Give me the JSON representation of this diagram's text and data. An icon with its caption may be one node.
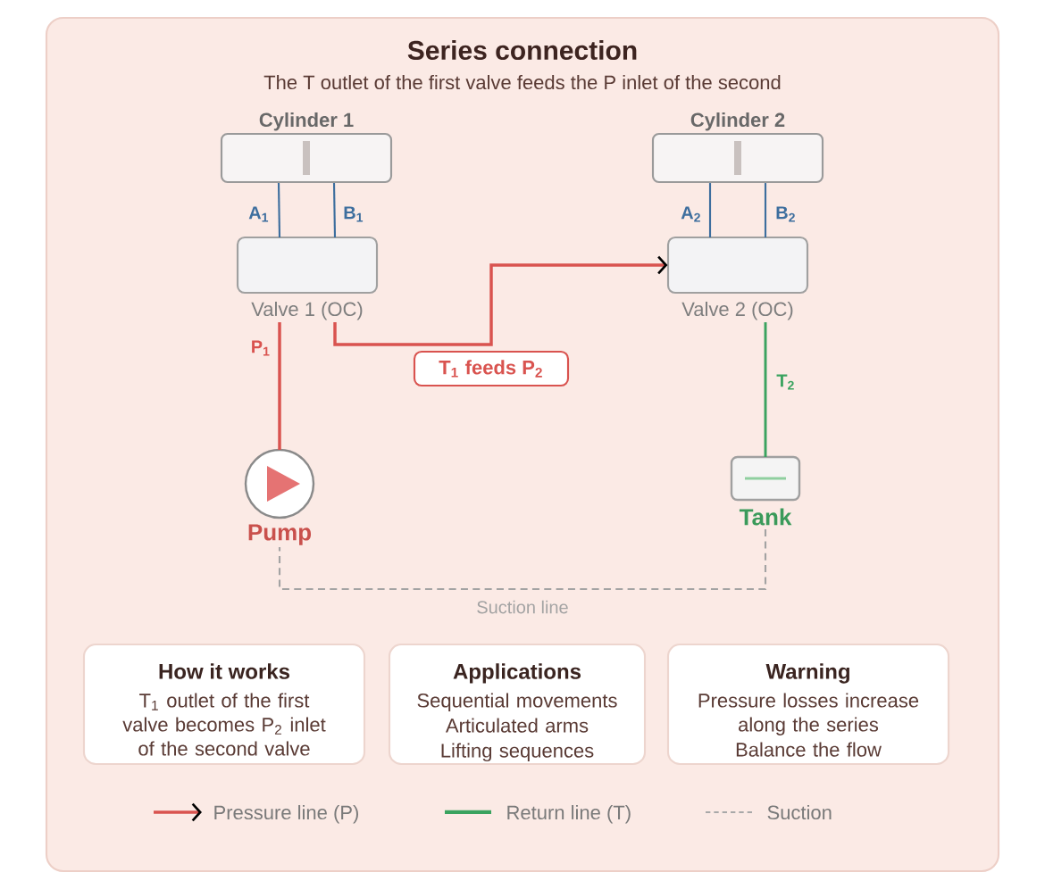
{
  "diagram": {
    "title": "Series connection",
    "nodes": [
      {
        "text": [
          "Cylinder 1"
        ]
      },
      {
        "text": [
          "Cylinder 2"
        ]
      },
      {
        "text": [
          "Valve 1 (OC)"
        ]
      },
      {
        "text": [
          "Valve 2 (OC)"
        ]
      },
      {
        "text": [
          "Pump"
        ]
      },
      {
        "text": [
          "Tank"
        ]
      },
      {
        "text": [
          "How it works",
          "T$_{1}$ outlet of the first valve becomes P$_{2}$ inlet of the second valve"
        ]
      },
      {
        "text": [
          "Applications",
          "Sequential movements",
          "Articulated arms",
          "Lifting sequences"
        ]
      },
      {
        "text": [
          "Warning",
          "Pressure losses increase along the series",
          "Balance the flow"
        ]
      }
    ],
    "edges": [
      {
        "from": 0,
        "to": 2,
        "arrow": "none",
        "label": "A$_{1}$"
      },
      {
        "from": 0,
        "to": 2,
        "arrow": "none",
        "label": "B$_{1}$"
      },
      {
        "from": 1,
        "to": 3,
        "arrow": "none",
        "label": "A$_{2}$"
      },
      {
        "from": 1,
        "to": 3,
        "arrow": "none",
        "label": "B$_{2}$"
      },
      {
        "from": 4,
        "to": 2,
        "arrow": "none",
        "label": "P$_{1}$",
        "color": "#d9534f"
      },
      {
        "from": 2,
        "to": 3,
        "arrow": "to",
        "label": "T$_{1}$ feeds P$_{2}$",
        "color": "#d9534f"
      },
      {
        "from": 3,
        "to": 5,
        "arrow": "none",
        "label": "T$_{2}$",
        "color": "#3aa35f"
      },
      {
        "from": 5,
        "to": 4,
        "arrow": "none",
        "label": "Suction line",
        "style": "dashed",
        "color": "#a3a3a3"
      }
    ],
    "labels": [
      "The T outlet of the first valve feeds the P inlet of the second"
    ],
    "legend": [
      {
        "text": "Pressure line (P)"
      },
      {
        "text": "Return line (T)"
      },
      {
        "text": "Suction"
      }
    ]
  }
}
